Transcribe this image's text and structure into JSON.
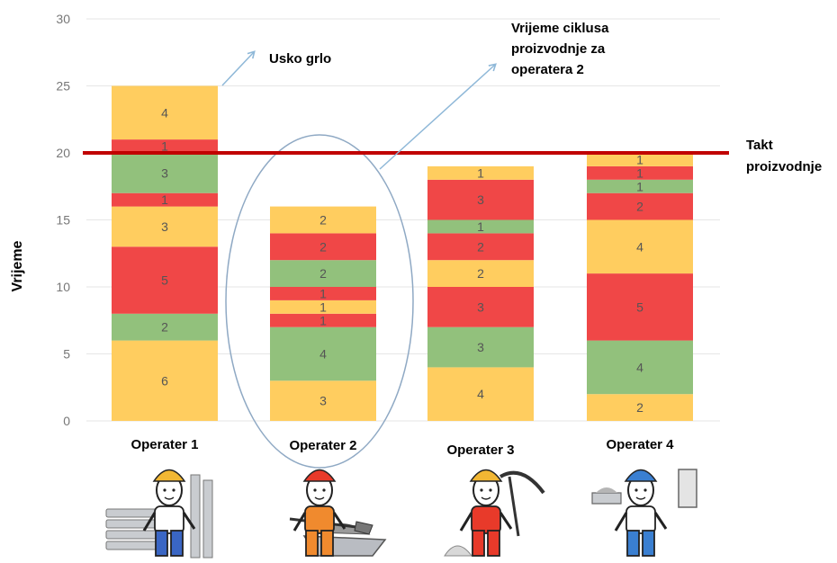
{
  "chart_data": {
    "type": "bar",
    "stacked": true,
    "ylabel": "Vrijeme",
    "ylim": [
      0,
      30
    ],
    "yticks": [
      0,
      5,
      10,
      15,
      20,
      25,
      30
    ],
    "grid": true,
    "categories": [
      "Operater 1",
      "Operater 2",
      "Operater 3",
      "Operater 4"
    ],
    "colors": {
      "yellow": "#FFCD5F",
      "red": "#F04747",
      "green": "#92C17C"
    },
    "stacks": [
      [
        {
          "value": 6,
          "color": "yellow"
        },
        {
          "value": 2,
          "color": "green"
        },
        {
          "value": 5,
          "color": "red"
        },
        {
          "value": 3,
          "color": "yellow"
        },
        {
          "value": 1,
          "color": "red"
        },
        {
          "value": 3,
          "color": "green"
        },
        {
          "value": 1,
          "color": "red"
        },
        {
          "value": 4,
          "color": "yellow"
        }
      ],
      [
        {
          "value": 3,
          "color": "yellow"
        },
        {
          "value": 4,
          "color": "green"
        },
        {
          "value": 1,
          "color": "red"
        },
        {
          "value": 1,
          "color": "yellow"
        },
        {
          "value": 1,
          "color": "red"
        },
        {
          "value": 2,
          "color": "green"
        },
        {
          "value": 2,
          "color": "red"
        },
        {
          "value": 2,
          "color": "yellow"
        }
      ],
      [
        {
          "value": 4,
          "color": "yellow"
        },
        {
          "value": 3,
          "color": "green"
        },
        {
          "value": 3,
          "color": "red"
        },
        {
          "value": 2,
          "color": "yellow"
        },
        {
          "value": 2,
          "color": "red"
        },
        {
          "value": 1,
          "color": "green"
        },
        {
          "value": 3,
          "color": "red"
        },
        {
          "value": 1,
          "color": "yellow"
        }
      ],
      [
        {
          "value": 2,
          "color": "yellow"
        },
        {
          "value": 4,
          "color": "green"
        },
        {
          "value": 5,
          "color": "red"
        },
        {
          "value": 4,
          "color": "yellow"
        },
        {
          "value": 2,
          "color": "red"
        },
        {
          "value": 1,
          "color": "green"
        },
        {
          "value": 1,
          "color": "red"
        },
        {
          "value": 1,
          "color": "yellow"
        }
      ]
    ],
    "takt": {
      "value": 20,
      "label_lines": [
        "Takt",
        "proizvodnje"
      ],
      "color": "#C00000"
    },
    "annotations": [
      {
        "name": "bottleneck",
        "lines": [
          "Usko grlo"
        ],
        "target_category": "Operater 1"
      },
      {
        "name": "cycle-time",
        "lines": [
          "Vrijeme ciklusa",
          "proizvodnje za",
          "operatera 2"
        ],
        "target_category": "Operater 2"
      }
    ],
    "worker_illustrations": [
      "worker-with-steel-beams",
      "worker-shoveling-wheelbarrow",
      "worker-with-pickaxe",
      "worker-plastering-wall"
    ]
  }
}
